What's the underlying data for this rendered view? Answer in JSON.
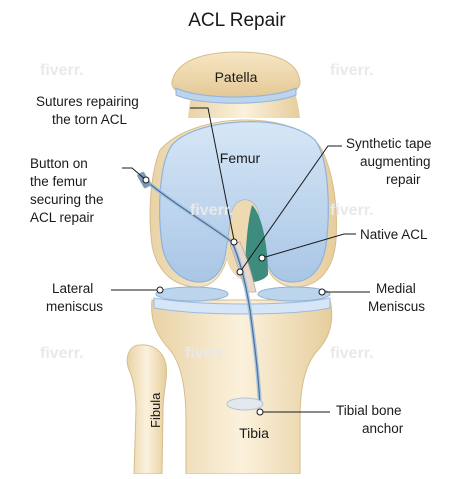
{
  "title": "ACL Repair",
  "labels": {
    "patella": "Patella",
    "femur": "Femur",
    "tibia": "Tibia",
    "fibula": "Fibula",
    "sutures_line1": "Sutures repairing",
    "sutures_line2": "the torn ACL",
    "button_line1": "Button on",
    "button_line2": "the femur",
    "button_line3": "securing the",
    "button_line4": "ACL repair",
    "lateral_line1": "Lateral",
    "lateral_line2": "meniscus",
    "tape_line1": "Synthetic tape",
    "tape_line2": "augmenting",
    "tape_line3": "repair",
    "native_acl": "Native ACL",
    "medial_line1": "Medial",
    "medial_line2": "Meniscus",
    "anchor_line1": "Tibial bone",
    "anchor_line2": "anchor"
  },
  "watermark": "fiverr.",
  "colors": {
    "bone": "#f7ecd3",
    "bone_shade": "#e6cf9f",
    "cartilage": "#bcd4ec",
    "cartilage_edge": "#8fb3d9",
    "acl": "#3d8c7e",
    "leader": "#1a1a1a"
  }
}
